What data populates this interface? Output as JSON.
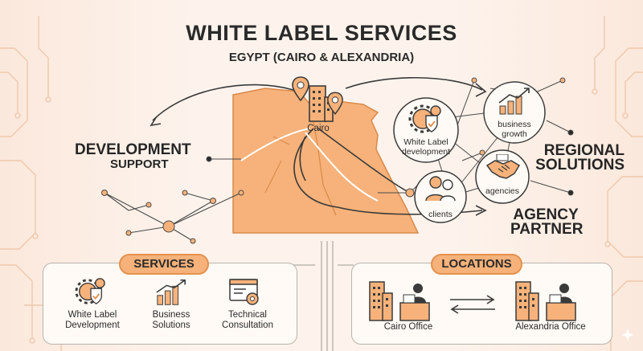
{
  "title": "WHITE LABEL SERVICES",
  "subtitle": "EGYPT (CAIRO & ALEXANDRIA)",
  "map": {
    "city_label": "Cairo"
  },
  "left_callout": {
    "heading": "DEVELOPMENT",
    "sub": "SUPPORT"
  },
  "right_callouts": [
    {
      "heading": "REGIONAL",
      "sub": "SOLUTIONS"
    },
    {
      "heading": "AGENCY",
      "sub": "PARTNER"
    }
  ],
  "network_nodes": [
    {
      "label": "White Label\ndevelopment",
      "icon": "gear-shield-icon"
    },
    {
      "label": "business\ngrowth",
      "icon": "growth-chart-icon"
    },
    {
      "label": "agencies",
      "icon": "handshake-icon"
    },
    {
      "label": "clients",
      "icon": "people-icon"
    }
  ],
  "services": {
    "title": "SERVICES",
    "items": [
      {
        "label": "White Label\nDevelopment",
        "icon": "gear-shield-icon"
      },
      {
        "label": "Business\nSolutions",
        "icon": "bar-chart-icon"
      },
      {
        "label": "Technical\nConsultation",
        "icon": "browser-gear-icon"
      }
    ]
  },
  "locations": {
    "title": "LOCATIONS",
    "items": [
      {
        "label": "Cairo Office",
        "icon": "office-building-icon"
      },
      {
        "label": "Alexandria Office",
        "icon": "office-building-icon"
      }
    ]
  },
  "colors": {
    "accent": "#f6b27a",
    "accent_dark": "#e4914f",
    "line": "#3a3a3a"
  }
}
